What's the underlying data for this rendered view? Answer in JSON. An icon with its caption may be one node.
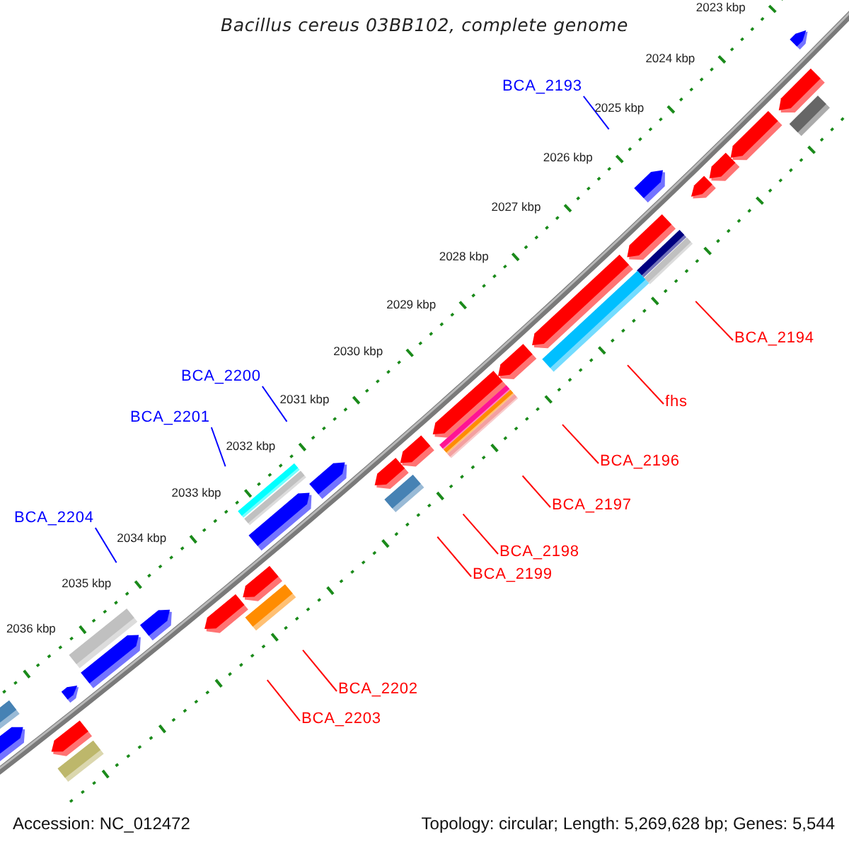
{
  "diagram": {
    "title": "Bacillus cereus 03BB102, complete genome",
    "nodes": [
      {
        "text": [
          "BCA_2193"
        ]
      },
      {
        "text": [
          "BCA_2194"
        ]
      },
      {
        "text": [
          "BCA_2200"
        ]
      },
      {
        "text": [
          "fhs"
        ]
      },
      {
        "text": [
          "BCA_2201"
        ]
      },
      {
        "text": [
          "BCA_2196"
        ]
      },
      {
        "text": [
          "BCA_2197"
        ]
      },
      {
        "text": [
          "BCA_2204"
        ]
      },
      {
        "text": [
          "BCA_2198"
        ]
      },
      {
        "text": [
          "BCA_2199"
        ]
      },
      {
        "text": [
          "BCA_2202"
        ]
      },
      {
        "text": [
          "BCA_2203"
        ]
      }
    ],
    "edges": [
      {
        "from": 0,
        "to": null,
        "arrow": "none",
        "color": "#0000ff"
      },
      {
        "from": 1,
        "to": null,
        "arrow": "none"
      },
      {
        "from": 2,
        "to": null,
        "arrow": "none",
        "color": "#0000ff"
      },
      {
        "from": 3,
        "to": null,
        "arrow": "none"
      },
      {
        "from": 4,
        "to": null,
        "arrow": "none",
        "color": "#0000ff"
      },
      {
        "from": 5,
        "to": null,
        "arrow": "none"
      },
      {
        "from": 6,
        "to": null,
        "arrow": "none"
      },
      {
        "from": 7,
        "to": null,
        "arrow": "none",
        "color": "#0000ff"
      },
      {
        "from": 8,
        "to": null,
        "arrow": "none"
      },
      {
        "from": 9,
        "to": null,
        "arrow": "none"
      },
      {
        "from": 10,
        "to": null,
        "arrow": "none"
      },
      {
        "from": 11,
        "to": null,
        "arrow": "none"
      }
    ],
    "labels": [
      "2023 kbp",
      "2024 kbp",
      "2025 kbp",
      "2026 kbp",
      "2027 kbp",
      "2028 kbp",
      "2029 kbp",
      "2030 kbp",
      "2031 kbp",
      "2032 kbp",
      "2033 kbp",
      "2034 kbp",
      "2035 kbp",
      "2036 kbp",
      "Accession: NC_012472",
      "Topology: circular; Length: 5,269,628 bp; Genes: 5,544"
    ]
  }
}
